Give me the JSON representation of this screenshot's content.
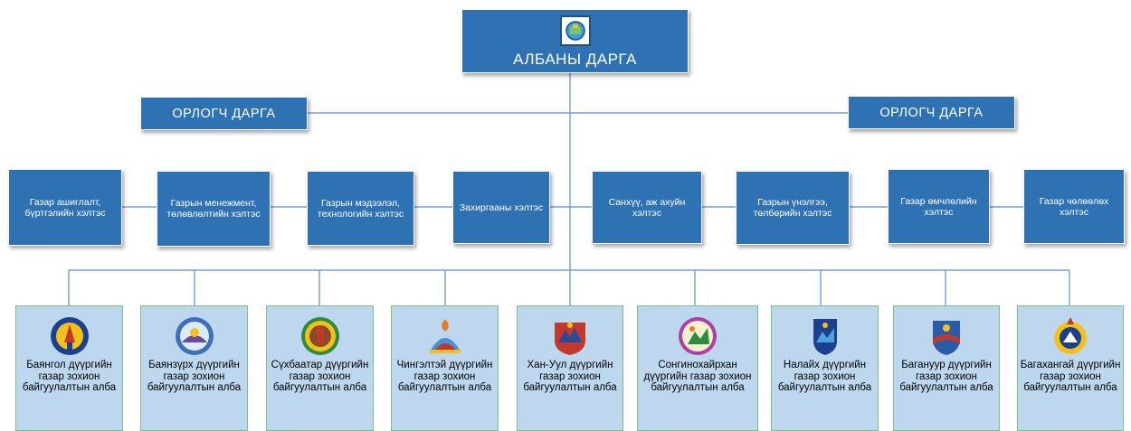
{
  "chief": {
    "title": "АЛБАНЫ ДАРГА",
    "emblem": "agency-logo-icon"
  },
  "deputies": [
    {
      "title": "ОРЛОГЧ ДАРГА"
    },
    {
      "title": "ОРЛОГЧ ДАРГА"
    }
  ],
  "departments": [
    {
      "name": "Газар ашиглалт, бүртгэлийн хэлтэс"
    },
    {
      "name": "Газрын менежмент, төлөвлөлтийн хэлтэс"
    },
    {
      "name": "Газрын мэдээлэл, технологийн хэлтэс"
    },
    {
      "name": "Захиргааны хэлтэс"
    },
    {
      "name": "Санхүү, аж ахуйн хэлтэс"
    },
    {
      "name": "Газрын үнэлгээ, төлбөрийн хэлтэс"
    },
    {
      "name": "Газар өмчлөлийн хэлтэс"
    },
    {
      "name": "Газар чөлөөлөх хэлтэс"
    }
  ],
  "districts": [
    {
      "name": "Баянгол дүүргийн газар зохион байгуулалтын алба",
      "emblem": "bayangol-emblem-icon"
    },
    {
      "name": "Баянзүрх дүүргийн газар зохион байгуулалтын алба",
      "emblem": "bayanzurkh-emblem-icon"
    },
    {
      "name": "Сүхбаатар дүүргийн газар зохион байгуулалтын алба",
      "emblem": "sukhbaatar-emblem-icon"
    },
    {
      "name": "Чингэлтэй дүүргийн газар зохион байгуулалтын алба",
      "emblem": "chingeltei-emblem-icon"
    },
    {
      "name": "Хан-Уул дүүргийн газар зохион байгуулалтын алба",
      "emblem": "khan-uul-emblem-icon"
    },
    {
      "name": "Сонгинохайрхан дүүргийн газар зохион байгуулалтын алба",
      "emblem": "songinokhairkhan-emblem-icon"
    },
    {
      "name": "Налайх дүүргийн газар зохион байгуулалтын алба",
      "emblem": "nalaikh-emblem-icon"
    },
    {
      "name": "Багануур дүүргийн газар зохион байгуулалтын алба",
      "emblem": "baganuur-emblem-icon"
    },
    {
      "name": "Багахангай дүүргийн газар зохион байгуулалтын алба",
      "emblem": "bagakhangai-emblem-icon"
    }
  ],
  "colors": {
    "box_blue": "#2f72b4",
    "unit_fill": "#bdd7ee",
    "unit_border": "#7fbf7f",
    "connector": "#5b8fc9"
  }
}
